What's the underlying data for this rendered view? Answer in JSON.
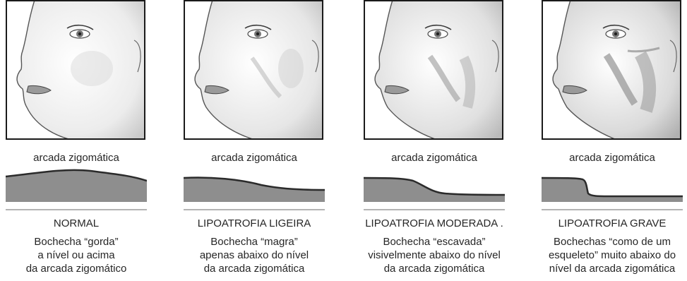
{
  "panels": [
    {
      "zygomatic_label": "arcada zigomática",
      "grade": "NORMAL",
      "description": [
        "Bochecha “gorda”",
        "a nível ou acima",
        "da arcada zigomático"
      ]
    },
    {
      "zygomatic_label": "arcada zigomática",
      "grade": "LIPOATROFIA LIGEIRA",
      "description": [
        "Bochecha “magra”",
        "apenas abaixo do nível",
        "da arcada zigomática"
      ]
    },
    {
      "zygomatic_label": "arcada zigomática",
      "grade": "LIPOATROFIA MODERADA .",
      "description": [
        "Bochecha “escavada”",
        "visivelmente abaixo do nível",
        "da arcada zigomática"
      ]
    },
    {
      "zygomatic_label": "arcada zigomática",
      "grade": "LIPOATROFIA GRAVE",
      "description": [
        "Bochechas “como de um",
        "esqueleto” muito abaixo do",
        "nível da arcada zigomática"
      ]
    }
  ],
  "colors": {
    "profile_fill": "#8e8e8e",
    "profile_outline": "#2b2b2b",
    "baseline": "#b3b3b3",
    "frame": "#1a1a1a"
  }
}
